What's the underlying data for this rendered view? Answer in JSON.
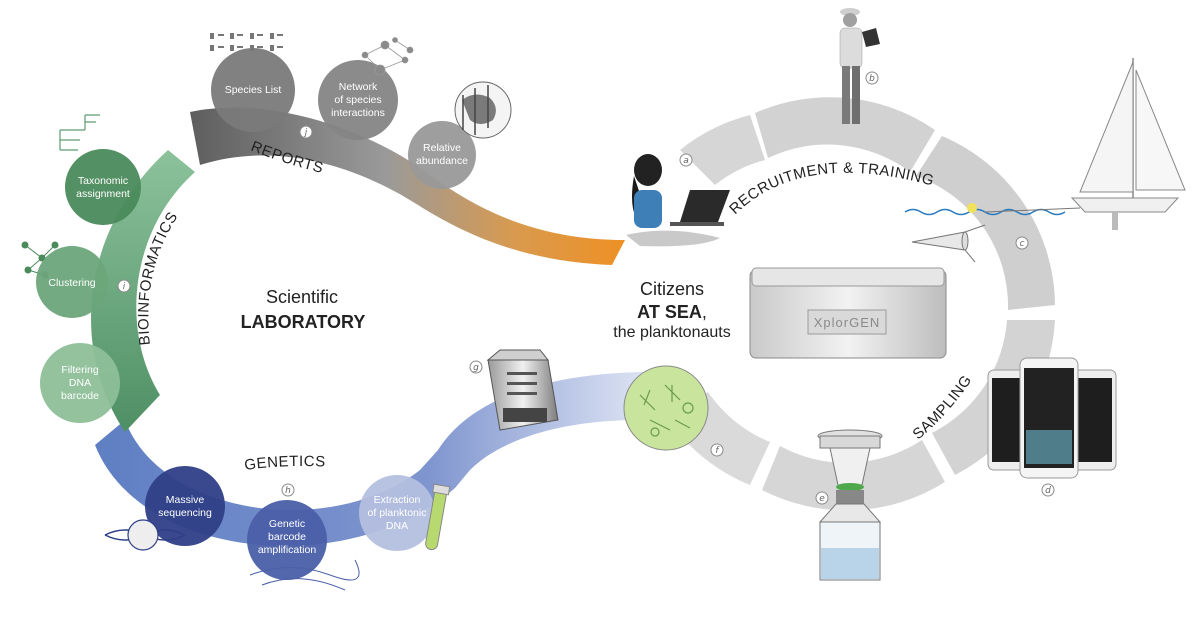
{
  "labs": {
    "lab_title": "Scientific",
    "lab_bold": "LABORATORY",
    "sea_title": "Citizens",
    "sea_bold": "AT SEA",
    "sea_comma": ",",
    "sea_sub": "the planktonauts"
  },
  "stages": {
    "reports": "REPORTS",
    "bioinformatics": "BIOINFORMATICS",
    "genetics": "GENETICS",
    "recruitment": "RECRUITMENT & TRAINING",
    "sampling": "SAMPLING"
  },
  "nodes": {
    "species_list": "Species List",
    "network": [
      "Network",
      "of species",
      "interactions"
    ],
    "relative_abundance": [
      "Relative",
      "abundance"
    ],
    "taxonomic": [
      "Taxonomic",
      "assignment"
    ],
    "clustering": "Clustering",
    "filtering": [
      "Filtering",
      "DNA",
      "barcode"
    ],
    "massive": [
      "Massive",
      "sequencing"
    ],
    "genetic_barcode": [
      "Genetic",
      "barcode",
      "amplification"
    ],
    "extraction": [
      "Extraction",
      "of planktonic",
      "DNA"
    ]
  },
  "markers": {
    "a": "a",
    "b": "b",
    "c": "c",
    "d": "d",
    "e": "e",
    "f": "f",
    "g": "g",
    "h": "h",
    "i": "i",
    "j": "j"
  },
  "device": {
    "box_label": "XplorGEN"
  },
  "colors": {
    "reports_gray": "#6f6f6f",
    "reports_orange": "#e8912a",
    "bioinformatics_green": "#5f9a72",
    "genetics_blue": "#6f86c6",
    "sea_gray": "#d4d4d4",
    "plankton_green": "#c9e59d"
  }
}
